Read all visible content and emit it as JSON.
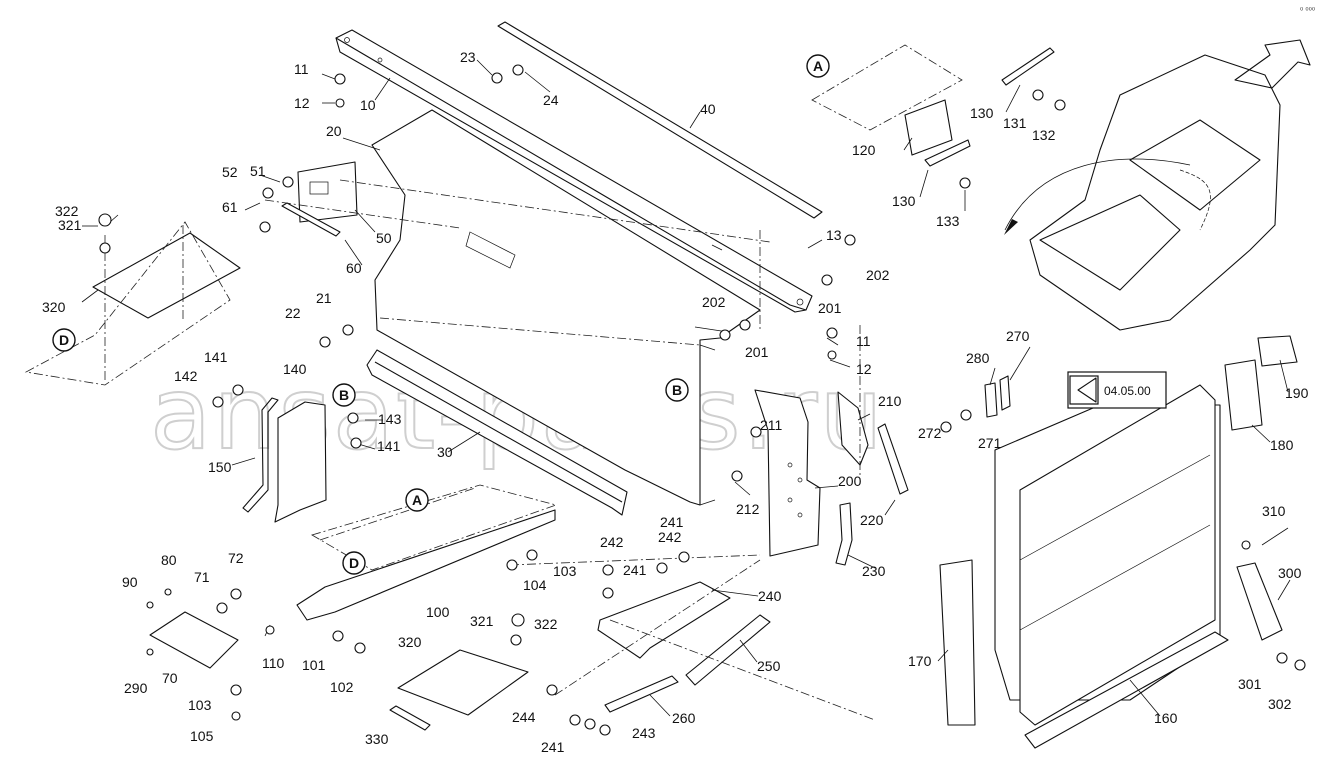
{
  "corner_mark": "⁰ ⁰⁰⁰",
  "watermark": "ansat-parts.ru",
  "page_ref": "04.05.00",
  "callouts": {
    "A": "A",
    "B": "B",
    "D": "D"
  },
  "parts": {
    "p10": "10",
    "p11": "11",
    "p12": "12",
    "p13": "13",
    "p20": "20",
    "p21": "21",
    "p22": "22",
    "p23": "23",
    "p24": "24",
    "p30": "30",
    "p40": "40",
    "p50": "50",
    "p51": "51",
    "p52": "52",
    "p60": "60",
    "p61": "61",
    "p70": "70",
    "p71": "71",
    "p72": "72",
    "p80": "80",
    "p90": "90",
    "p100": "100",
    "p101": "101",
    "p102": "102",
    "p103": "103",
    "p104": "104",
    "p105": "105",
    "p110": "110",
    "p120": "120",
    "p130": "130",
    "p131": "131",
    "p132": "132",
    "p133": "133",
    "p140": "140",
    "p141": "141",
    "p142": "142",
    "p143": "143",
    "p150": "150",
    "p160": "160",
    "p170": "170",
    "p180": "180",
    "p190": "190",
    "p200": "200",
    "p201": "201",
    "p202": "202",
    "p210": "210",
    "p211": "211",
    "p212": "212",
    "p220": "220",
    "p230": "230",
    "p240": "240",
    "p241": "241",
    "p242": "242",
    "p243": "243",
    "p244": "244",
    "p250": "250",
    "p260": "260",
    "p270": "270",
    "p271": "271",
    "p272": "272",
    "p280": "280",
    "p290": "290",
    "p300": "300",
    "p301": "301",
    "p302": "302",
    "p310": "310",
    "p320": "320",
    "p321": "321",
    "p322": "322",
    "p330": "330"
  }
}
